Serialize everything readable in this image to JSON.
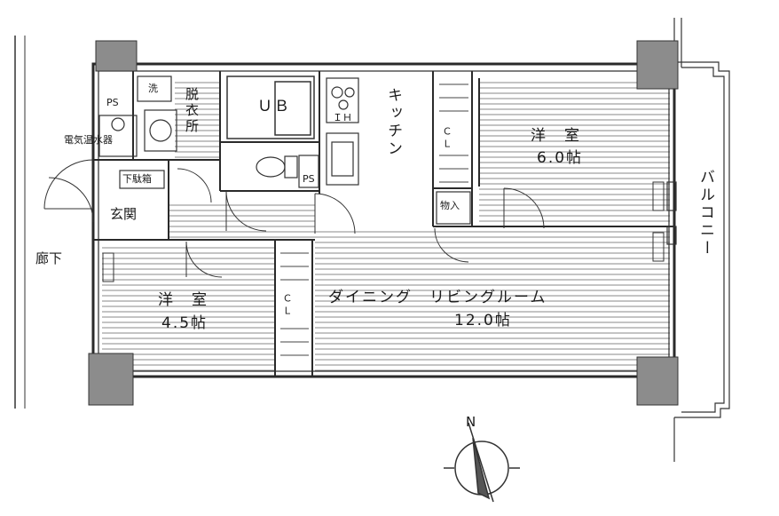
{
  "rooms": {
    "western_room_a": {
      "name": "洋　室",
      "size": "6.0帖"
    },
    "western_room_b": {
      "name": "洋　室",
      "size": "4.5帖"
    },
    "ldk": {
      "name": "ダイニング　リビングルーム",
      "size": "12.0帖"
    },
    "kitchen": "キッチン",
    "balcony": "バルコニー",
    "corridor": "廊下",
    "unit_bath": "ＵＢ",
    "dressing": "脱衣所",
    "entrance": "玄関",
    "shoe_box": "下駄箱",
    "storage": "物入",
    "water_heater": "電気温水器",
    "washer": "洗",
    "ps_1": "PS",
    "ps_2": "PS",
    "ih": "ＩＨ",
    "closet_1": "ＣＬ",
    "closet_2": "ＣＬ"
  },
  "compass": {
    "north": "N"
  },
  "colors": {
    "line": "#2a2a2a",
    "pillar": "#8c8c8c",
    "floor_hatch": "#555555"
  },
  "icons": [
    "washbasin-icon",
    "toilet-icon",
    "ih-cooktop-icon",
    "sink-icon",
    "compass-icon",
    "aircon-icon"
  ]
}
